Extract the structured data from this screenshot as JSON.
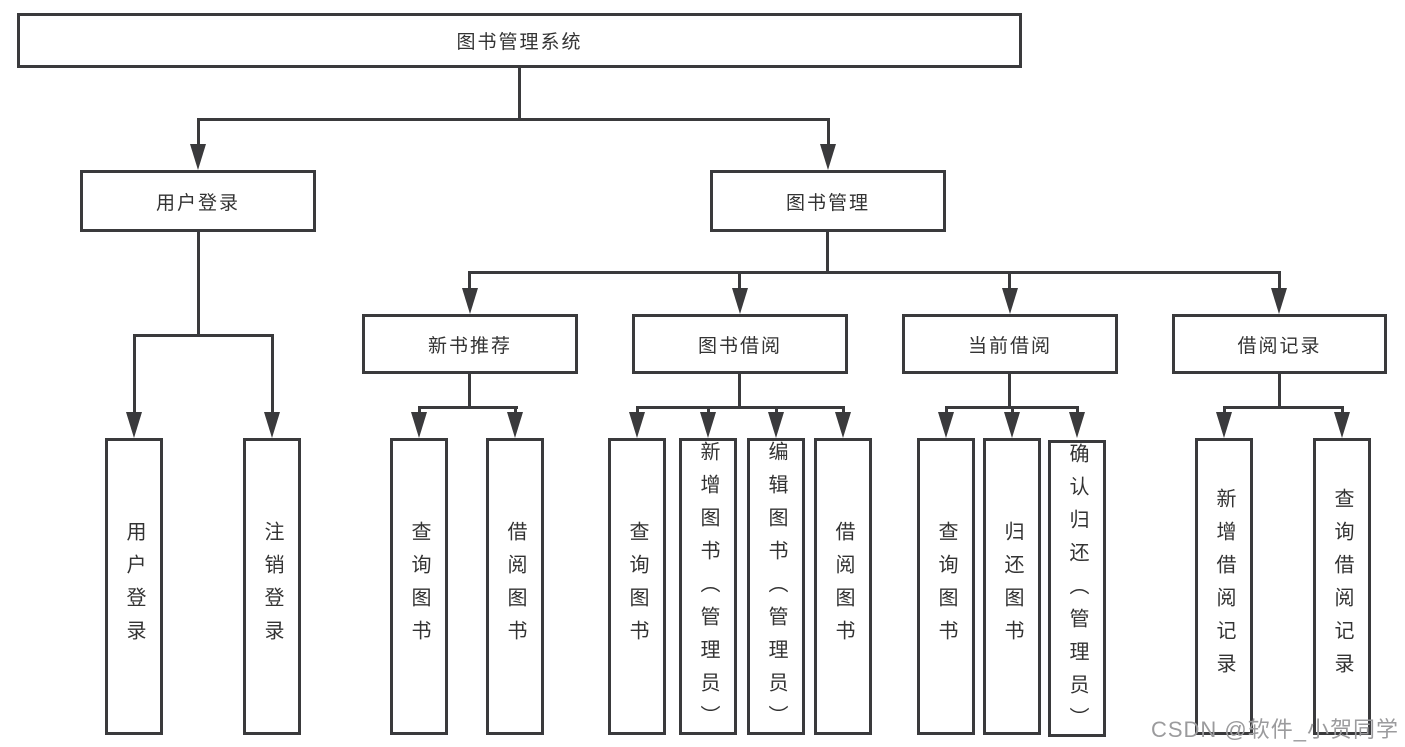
{
  "colors": {
    "line": "#3a3a3c",
    "text": "#333333",
    "box-bg": "#ffffff",
    "watermark": "#9b9b9d"
  },
  "watermark": "CSDN @软件_小贺同学",
  "tree": {
    "label": "图书管理系统",
    "children": [
      {
        "label": "用户登录",
        "children": [
          {
            "label": "用户登录"
          },
          {
            "label": "注销登录"
          }
        ]
      },
      {
        "label": "图书管理",
        "children": [
          {
            "label": "新书推荐",
            "children": [
              {
                "label": "查询图书"
              },
              {
                "label": "借阅图书"
              }
            ]
          },
          {
            "label": "图书借阅",
            "children": [
              {
                "label": "查询图书"
              },
              {
                "label": "新增图书（管理员）"
              },
              {
                "label": "编辑图书（管理员）"
              },
              {
                "label": "借阅图书"
              }
            ]
          },
          {
            "label": "当前借阅",
            "children": [
              {
                "label": "查询图书"
              },
              {
                "label": "归还图书"
              },
              {
                "label": "确认归还（管理员）"
              }
            ]
          },
          {
            "label": "借阅记录",
            "children": [
              {
                "label": "新增借阅记录"
              },
              {
                "label": "查询借阅记录"
              }
            ]
          }
        ]
      }
    ]
  }
}
